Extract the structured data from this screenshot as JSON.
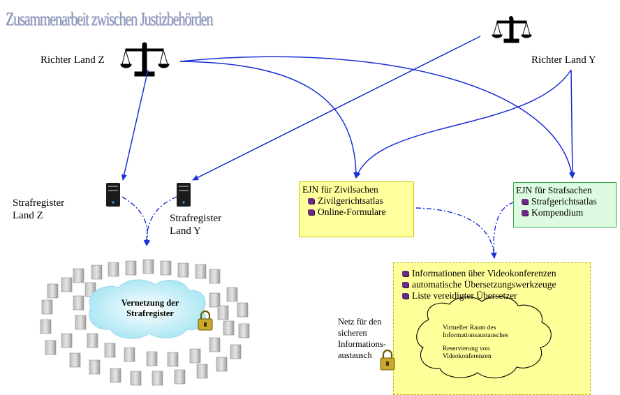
{
  "title": "Zusammenarbeit zwischen Justizbehörden",
  "judges": {
    "z": "Richter Land Z",
    "y": "Richter Land Y"
  },
  "registers": {
    "z": [
      "Strafregister",
      "Land Z"
    ],
    "y": [
      "Strafregister",
      "Land Y"
    ],
    "network": [
      "Vernetzung der",
      "Strafregister"
    ]
  },
  "ejn_civil": {
    "title": "EJN für Zivilsachen",
    "items": [
      "Zivilgerichtsatlas",
      "Online-Formulare"
    ]
  },
  "ejn_criminal": {
    "title": "EJN für Strafsachen",
    "items": [
      "Strafgerichtsatlas",
      "Kompendium"
    ]
  },
  "secure_net": {
    "items": [
      "Informationen über Videokonferenzen",
      "automatische Übersetzungswerkzeuge",
      "Liste vereidigter Übersetzer"
    ],
    "cloud_lines": [
      "Virtueller Raum des",
      "Informationsaustausches",
      "Reservierung von",
      "Videokonferenzen"
    ],
    "label": [
      "Netz für den",
      "sicheren",
      "Informations-",
      "austausch"
    ]
  },
  "colors": {
    "arrow": "#1a2fd6",
    "title": "#8a93b8",
    "civil_box": "#ffff9e",
    "criminal_box": "#dcfbe0"
  }
}
